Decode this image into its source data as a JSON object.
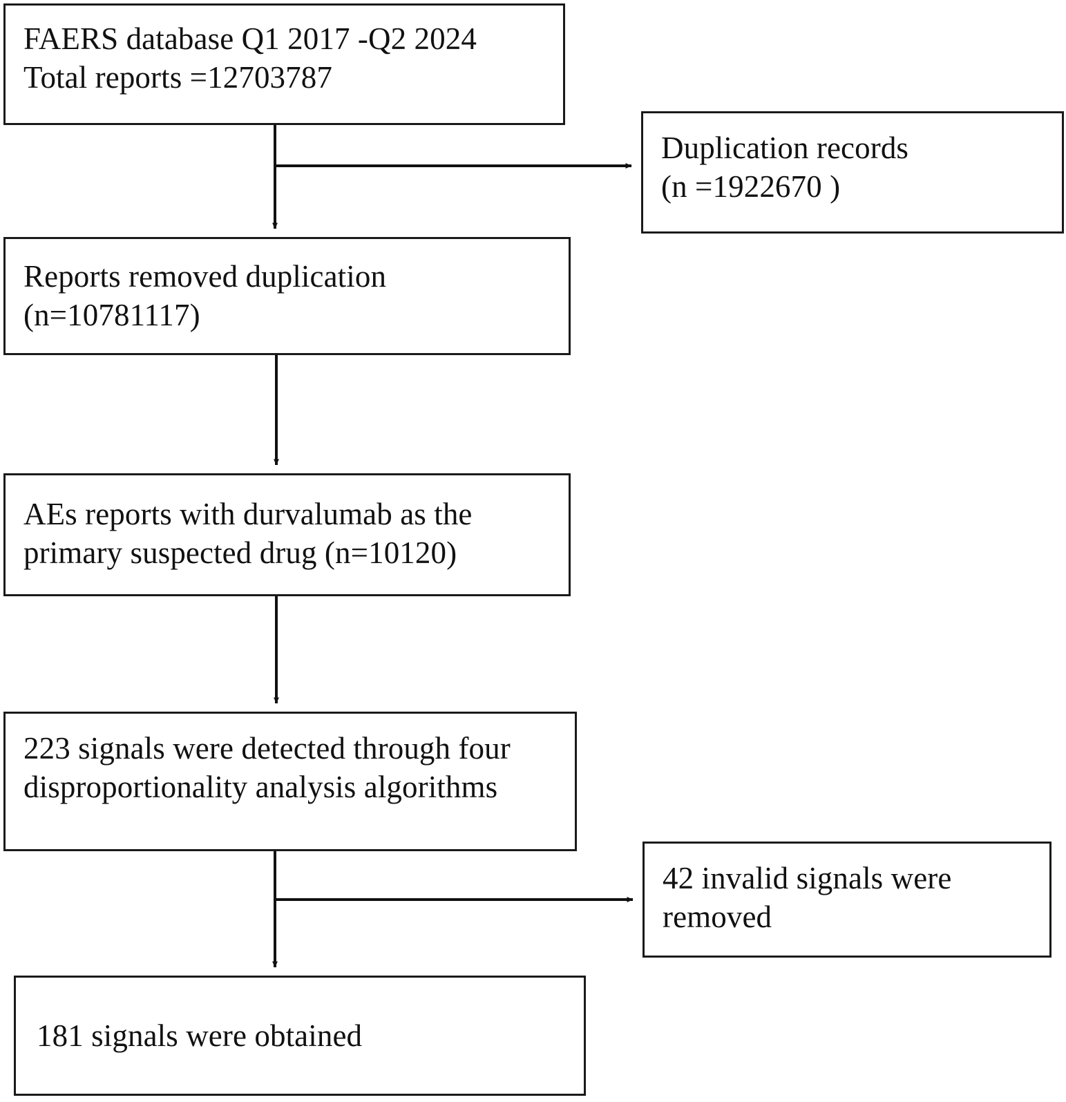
{
  "diagram": {
    "title": "FAERS durvalumab signal-detection study flowchart",
    "type": "flowchart",
    "line_color": "#1a1a1a",
    "box_fill": "#ffffff",
    "box_border_color": "#1a1a1a",
    "nodes": [
      {
        "id": "source",
        "label": "FAERS database Q1 2017 -Q2 2024\nTotal reports =12703787"
      },
      {
        "id": "duplicates",
        "label": "Duplication records\n(n =1922670 )"
      },
      {
        "id": "dedup",
        "label": "Reports removed duplication\n(n=10781117)"
      },
      {
        "id": "ae_reports",
        "label": "AEs reports with durvalumab as the\nprimary suspected drug (n=10120)"
      },
      {
        "id": "signals",
        "label": "223 signals were detected through four\ndisproportionality analysis algorithms"
      },
      {
        "id": "invalid",
        "label": "42 invalid signals were\nremoved"
      },
      {
        "id": "final",
        "label": "181 signals were obtained"
      }
    ],
    "edges": [
      {
        "id": "source-to-duplicates",
        "from": "source",
        "to": "duplicates",
        "direction": "right"
      },
      {
        "id": "source-to-dedup",
        "from": "source",
        "to": "dedup",
        "direction": "down"
      },
      {
        "id": "dedup-to-ae-reports",
        "from": "dedup",
        "to": "ae_reports",
        "direction": "down"
      },
      {
        "id": "ae-reports-to-signals",
        "from": "ae_reports",
        "to": "signals",
        "direction": "down"
      },
      {
        "id": "signals-to-invalid",
        "from": "signals",
        "to": "invalid",
        "direction": "right"
      },
      {
        "id": "signals-to-final",
        "from": "signals",
        "to": "final",
        "direction": "down"
      }
    ]
  }
}
